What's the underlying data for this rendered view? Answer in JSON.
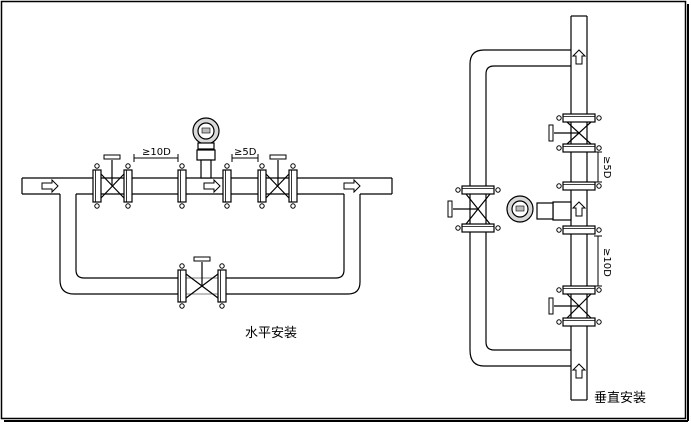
{
  "labels": {
    "horizontal_title": "水平安装",
    "vertical_title": "垂直安装",
    "upstream_h": "≥10D",
    "downstream_h": "≥5D",
    "upstream_v": "≥10D",
    "downstream_v": "≥5D"
  },
  "colors": {
    "line": "#000000",
    "flange_fill": "#ffffff",
    "meter_fill": "#d9d9d9",
    "frame": "#000000"
  },
  "icons": [
    "flow-arrow-icon",
    "gate-valve-icon",
    "flowmeter-icon",
    "flange-icon"
  ]
}
